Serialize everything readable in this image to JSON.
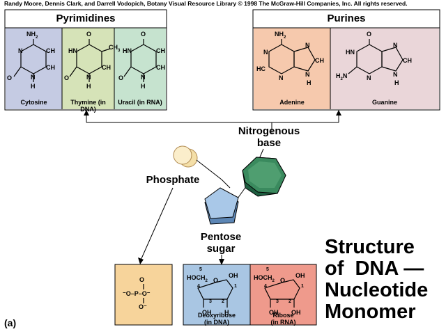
{
  "credit": "Randy Moore, Dennis Clark, and Darrell Vodopich, Botany Visual Resource Library © 1998 The McGraw-Hill Companies, Inc. All rights reserved.",
  "pyrimidines": {
    "title": "Pyrimidines",
    "items": [
      {
        "caption": "Cytosine",
        "color": "#c5cbe3"
      },
      {
        "caption": "Thymine (in DNA)",
        "color": "#d6e3b8"
      },
      {
        "caption": "Uracil (in RNA)",
        "color": "#c6e3cf"
      }
    ]
  },
  "purines": {
    "title": "Purines",
    "items": [
      {
        "caption": "Adenine",
        "color": "#f6c9ad"
      },
      {
        "caption": "Guanine",
        "color": "#ead6d9"
      }
    ]
  },
  "labels": {
    "nitrogenous": "Nitrogenous",
    "base": "base",
    "phosphate": "Phosphate",
    "pentose": "Pentose",
    "sugar": "sugar",
    "panel_letter": "(a)"
  },
  "sugars": {
    "deoxyribose": "Deoxyribose",
    "deoxyribose_note": "(in DNA)",
    "ribose": "Ribose",
    "ribose_note": "(in RNA)",
    "phosphate_color": "#f7d49b",
    "deoxyribose_color": "#a9c6e3",
    "ribose_color": "#ef9a8c"
  },
  "chem": {
    "nh2": "NH",
    "two": "2",
    "n": "N",
    "c": "C",
    "o": "O",
    "h": "H",
    "ch": "CH",
    "ch3": "CH",
    "three": "3",
    "hn": "HN",
    "hc": "HC",
    "h2n": "H",
    "hoch2": "HOCH",
    "oh": "OH",
    "phosphate_formula": "⁻O–P–O⁻",
    "o_minus": "O⁻",
    "num1": "1",
    "num2": "2",
    "num3": "3",
    "num4": "4",
    "num5": "5"
  },
  "title": {
    "line1": "Structure",
    "line2": "of  DNA —",
    "line3": "Nucleotide",
    "line4": "Monomer"
  }
}
